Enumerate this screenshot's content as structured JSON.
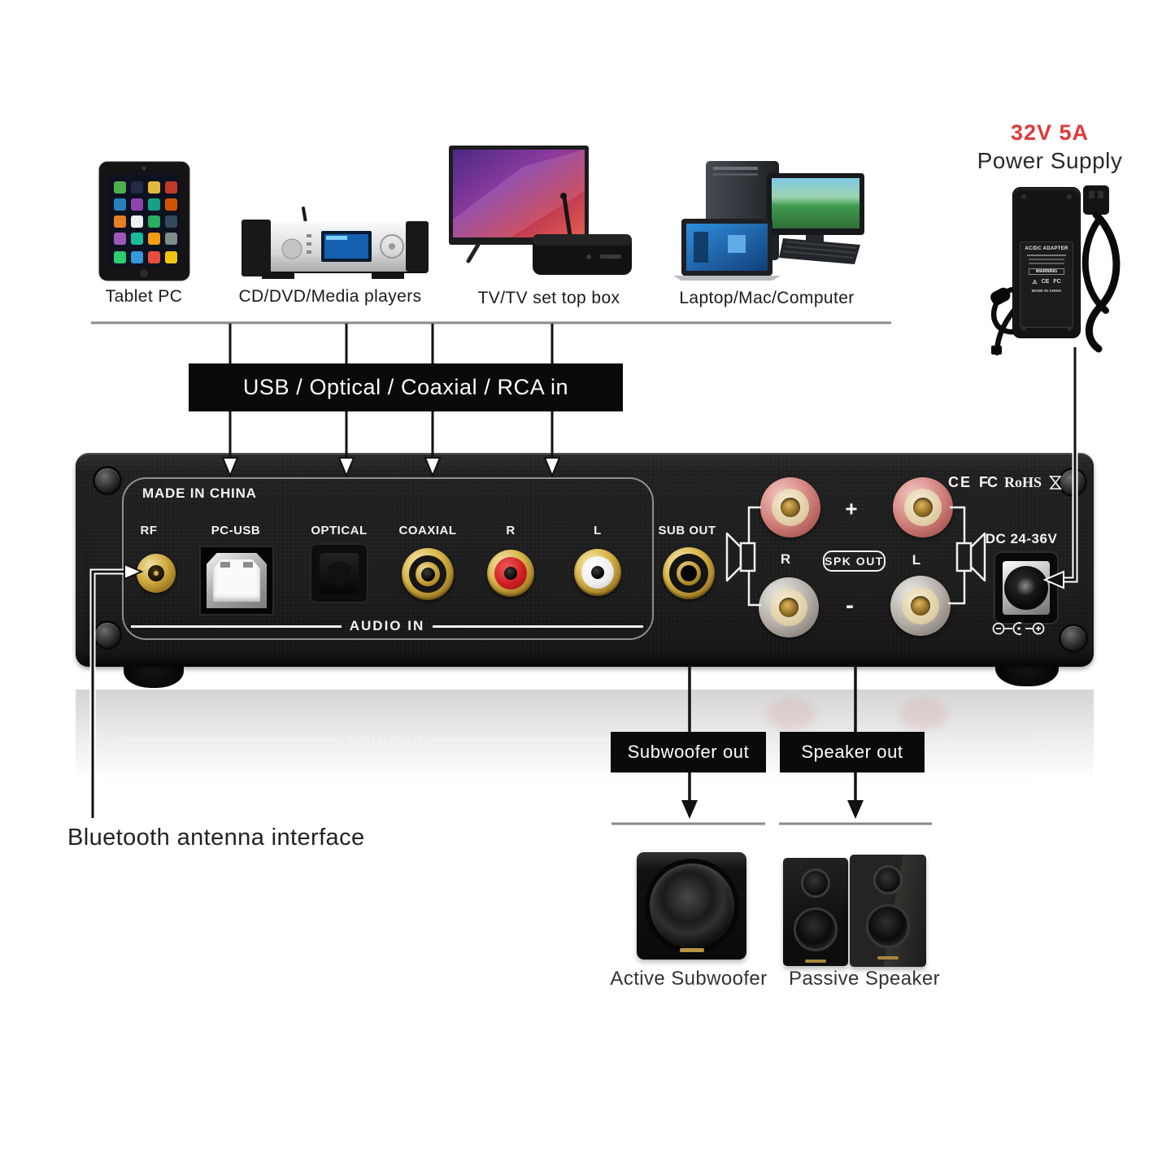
{
  "annotations": {
    "input_banner": "USB / Optical / Coaxial / RCA in",
    "subwoofer_banner": "Subwoofer out",
    "speaker_banner": "Speaker out",
    "bluetooth_note": "Bluetooth antenna interface"
  },
  "sources": {
    "items": [
      {
        "label": "Tablet PC"
      },
      {
        "label": "CD/DVD/Media players"
      },
      {
        "label": "TV/TV set top box"
      },
      {
        "label": "Laptop/Mac/Computer"
      }
    ]
  },
  "power_supply": {
    "rating": "32V 5A",
    "name": "Power Supply",
    "rating_color": "#e03a3a",
    "adapter_title": "AC/DC ADAPTER",
    "adapter_warning": "WARNING",
    "adapter_made_in": "MADE IN CHINA"
  },
  "amp_panel": {
    "made_in": "MADE IN CHINA",
    "audio_in_legend": "AUDIO IN",
    "port_labels": {
      "rf": "RF",
      "pc_usb": "PC-USB",
      "optical": "OPTICAL",
      "coaxial": "COAXIAL",
      "rca_right": "R",
      "rca_left": "L",
      "sub_out": "SUB OUT"
    },
    "speaker_out": {
      "label": "SPK OUT",
      "plus": "+",
      "minus": "-",
      "right": "R",
      "left": "L"
    },
    "dc_input": {
      "label": "DC 24-36V"
    },
    "certifications": {
      "ce": "CE",
      "fcc": "FC",
      "rohs": "RoHS"
    }
  },
  "outputs": {
    "subwoofer_label": "Active Subwoofer",
    "speaker_label": "Passive Speaker"
  },
  "icons": {
    "hourglass-crossed-icon": "crossed hourglass mark",
    "speaker-symbol-icon": "speaker glyph",
    "dc-polarity-icon": "center-positive polarity"
  },
  "colors": {
    "accent_red": "#e03a3a",
    "panel_black": "#1e1e1e",
    "banner_black": "#0a0a0a",
    "gold": "#d9b648"
  }
}
